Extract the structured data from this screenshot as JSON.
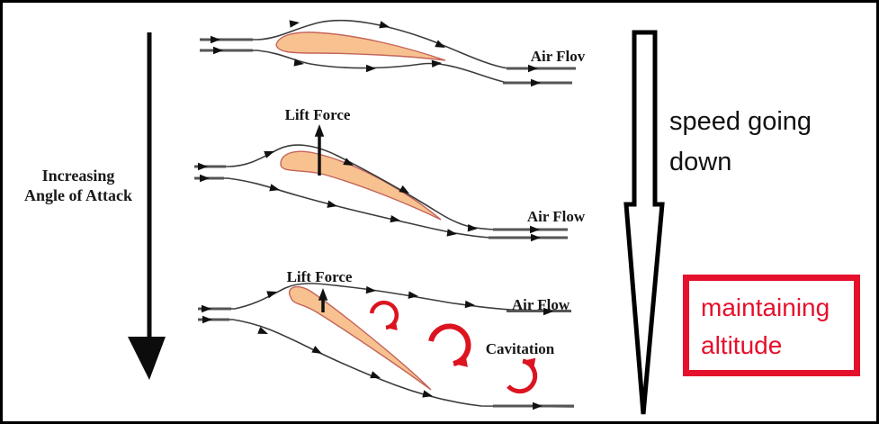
{
  "left_annotation": {
    "line1": "Increasing",
    "line2": "Angle of Attack"
  },
  "panels": {
    "low_aoa": {
      "air_flow_label": "Air Flov"
    },
    "medium_aoa": {
      "lift_force_label": "Lift Force",
      "air_flow_label": "Air Flow"
    },
    "high_aoa": {
      "lift_force_label": "Lift Force",
      "air_flow_label": "Air Flow",
      "cavitation_label": "Cavitation"
    }
  },
  "right_annotations": {
    "speed_note": "speed going down",
    "altitude_note": "maintaining altitude"
  },
  "colors": {
    "airfoil_fill": "#F8C290",
    "airfoil_outline": "#C4645A",
    "streamline": "#3C3C3C",
    "vortex_red": "#DC1420",
    "note_box_red": "#E5102C",
    "arrow_black": "#000000"
  }
}
